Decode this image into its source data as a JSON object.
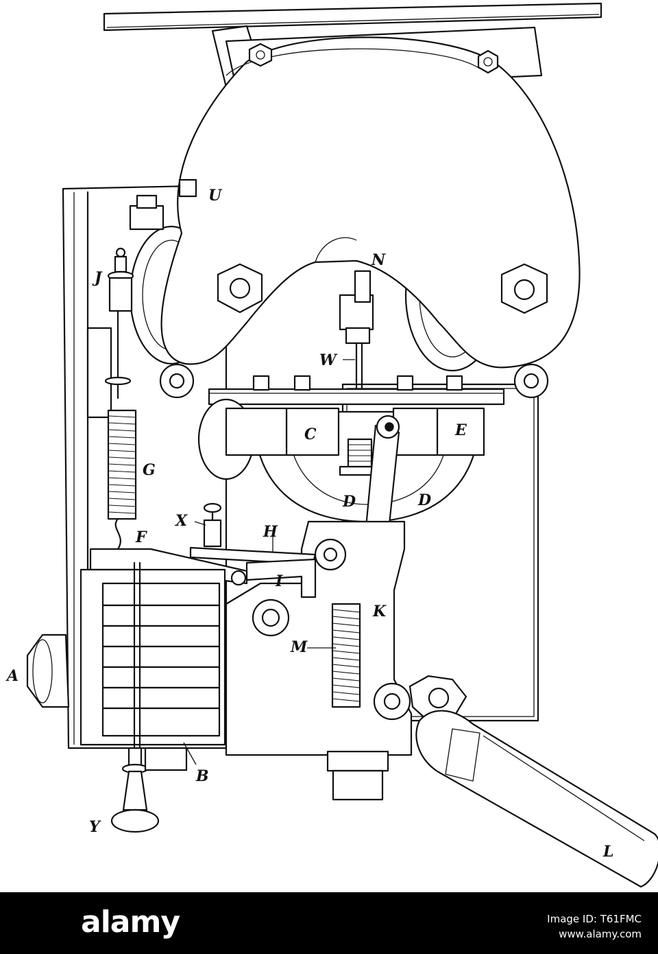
{
  "diagram": {
    "labels": {
      "U": "U",
      "J": "J",
      "N": "N",
      "W": "W",
      "G": "G",
      "C": "C",
      "E": "E",
      "D1": "D",
      "D2": "D",
      "X": "X",
      "F": "F",
      "H": "H",
      "I": "I",
      "K": "K",
      "M": "M",
      "A": "A",
      "B": "B",
      "Y": "Y",
      "L": "L"
    }
  },
  "footer": {
    "logo": "alamy",
    "image_id": "Image ID: T61FMC",
    "url": "www.alamy.com"
  }
}
